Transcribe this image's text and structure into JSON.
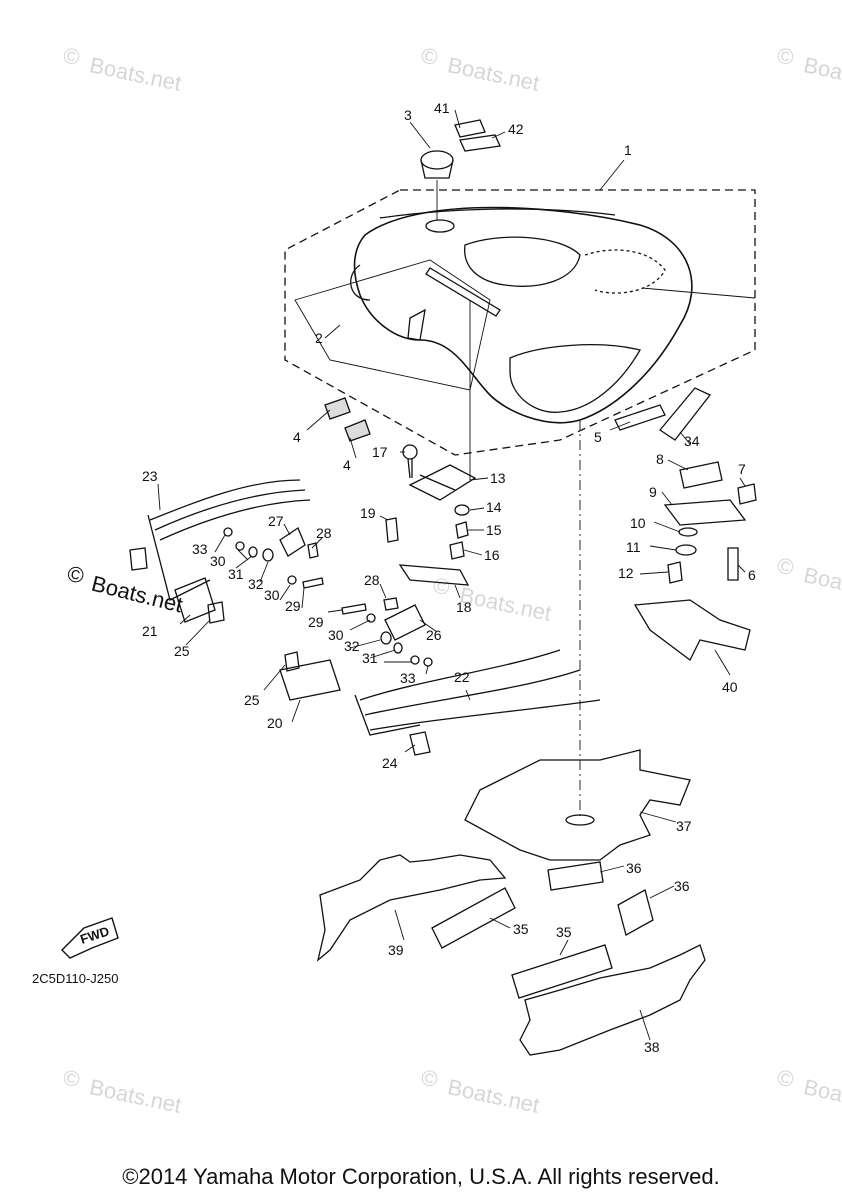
{
  "watermark": {
    "text": "Boats.net",
    "symbol": "©"
  },
  "callouts": {
    "c1": "1",
    "c2": "2",
    "c3": "3",
    "c4a": "4",
    "c4b": "4",
    "c5": "5",
    "c6": "6",
    "c7": "7",
    "c8": "8",
    "c9": "9",
    "c10": "10",
    "c11": "11",
    "c12": "12",
    "c13": "13",
    "c14": "14",
    "c15": "15",
    "c16": "16",
    "c17": "17",
    "c18": "18",
    "c19": "19",
    "c20": "20",
    "c21": "21",
    "c22": "22",
    "c23": "23",
    "c24": "24",
    "c25a": "25",
    "c25b": "25",
    "c26": "26",
    "c27": "27",
    "c28a": "28",
    "c28b": "28",
    "c29a": "29",
    "c29b": "29",
    "c30a": "30",
    "c30b": "30",
    "c30c": "30",
    "c31a": "31",
    "c31b": "31",
    "c32a": "32",
    "c32b": "32",
    "c33a": "33",
    "c33b": "33",
    "c34": "34",
    "c35a": "35",
    "c35b": "35",
    "c36a": "36",
    "c36b": "36",
    "c37": "37",
    "c38": "38",
    "c39": "39",
    "c40": "40",
    "c41": "41",
    "c42": "42"
  },
  "fwd_label": "FWD",
  "diagram_code": "2C5D110-J250",
  "copyright": "©2014 Yamaha Motor Corporation, U.S.A. All rights reserved."
}
